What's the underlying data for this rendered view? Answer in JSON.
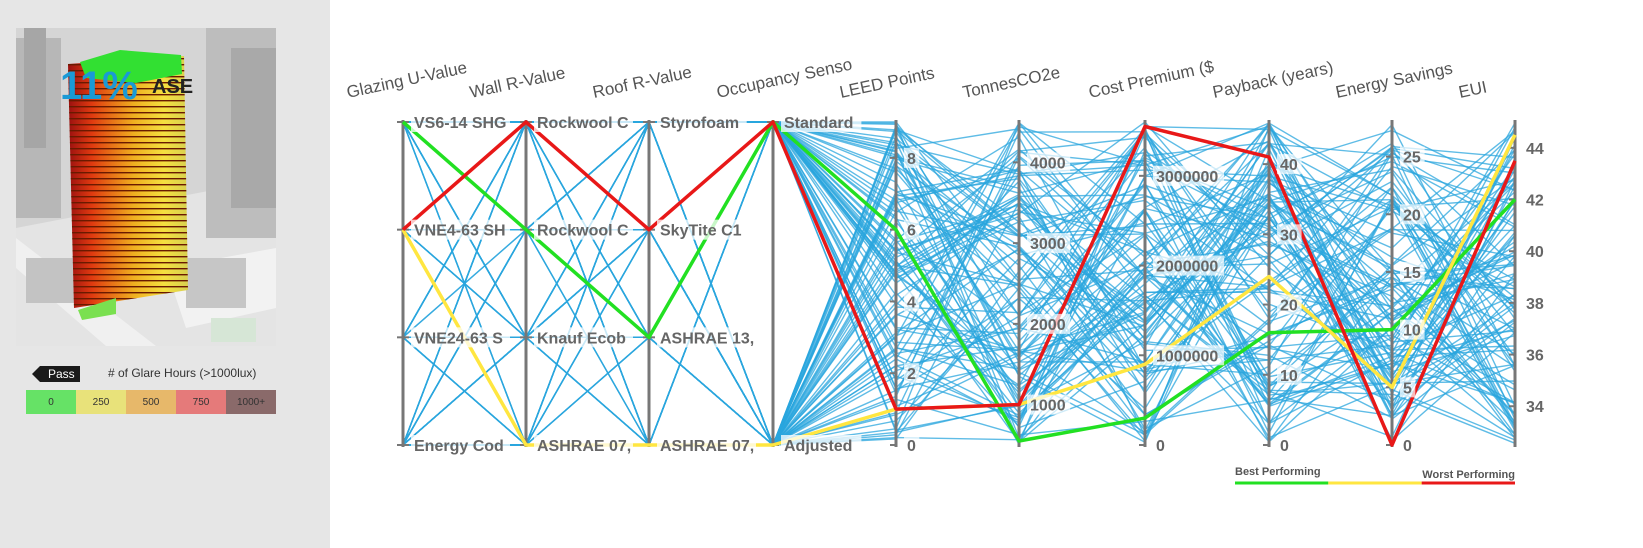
{
  "glare_panel": {
    "pass_label": "Pass",
    "scale_title": "# of Glare Hours (>1000lux)",
    "scale": [
      {
        "label": "0",
        "color": "#66e266"
      },
      {
        "label": "250",
        "color": "#e8e27a"
      },
      {
        "label": "500",
        "color": "#e7b86a"
      },
      {
        "label": "750",
        "color": "#e57a7a"
      },
      {
        "label": "1000+",
        "color": "#8a6a6a"
      }
    ],
    "ase_value": "11%",
    "ase_label": "ASE"
  },
  "chart_data": {
    "type": "parallel-coordinates",
    "axes": [
      {
        "name": "Glazing U-Value",
        "kind": "categorical",
        "categories": [
          "VS6-14 SHG",
          "VNE4-63 SH",
          "VNE24-63 S",
          "Energy Cod"
        ]
      },
      {
        "name": "Wall R-Value",
        "kind": "categorical",
        "categories": [
          "Rockwool C",
          "Rockwool C",
          "Knauf Ecob",
          "ASHRAE 07,"
        ]
      },
      {
        "name": "Roof R-Value",
        "kind": "categorical",
        "categories": [
          "Styrofoam",
          "SkyTite C1",
          "ASHRAE 13,",
          "ASHRAE 07,"
        ]
      },
      {
        "name": "Occupancy Senso",
        "kind": "categorical",
        "categories": [
          "Standard",
          "Adjusted"
        ]
      },
      {
        "name": "LEED Points",
        "kind": "numeric",
        "range": [
          0,
          9
        ],
        "ticks": [
          0,
          2,
          4,
          6,
          8
        ]
      },
      {
        "name": "TonnesCO2e",
        "kind": "numeric",
        "range": [
          500,
          4500
        ],
        "ticks": [
          1000,
          2000,
          3000,
          4000
        ]
      },
      {
        "name": "Cost Premium ($",
        "kind": "numeric",
        "range": [
          0,
          3600000
        ],
        "ticks": [
          0,
          1000000,
          2000000,
          3000000
        ]
      },
      {
        "name": "Payback (years)",
        "kind": "numeric",
        "range": [
          0,
          46
        ],
        "ticks": [
          0,
          10,
          20,
          30,
          40
        ]
      },
      {
        "name": "Energy Savings",
        "kind": "numeric",
        "range": [
          0,
          28
        ],
        "ticks": [
          0,
          5,
          10,
          15,
          20,
          25
        ]
      },
      {
        "name": "EUI",
        "kind": "numeric",
        "range": [
          32.5,
          45
        ],
        "ticks": [
          34,
          36,
          38,
          40,
          42,
          44
        ]
      }
    ],
    "highlighted": [
      {
        "role": "best",
        "color": "#22e022",
        "values": [
          0,
          1,
          2,
          0,
          6,
          550,
          300000,
          16,
          10,
          42
        ]
      },
      {
        "role": "middle",
        "color": "#ffe640",
        "values": [
          1,
          3,
          3,
          1,
          1,
          1000,
          900000,
          24,
          5,
          44.5
        ]
      },
      {
        "role": "worst",
        "color": "#e81818",
        "values": [
          1,
          0,
          1,
          0,
          1,
          1000,
          3550000,
          41,
          0,
          43.5
        ]
      }
    ],
    "background_color": "#2aa6dd",
    "legend": {
      "best_label": "Best Performing",
      "worst_label": "Worst Performing",
      "position": "bottom-right"
    }
  }
}
